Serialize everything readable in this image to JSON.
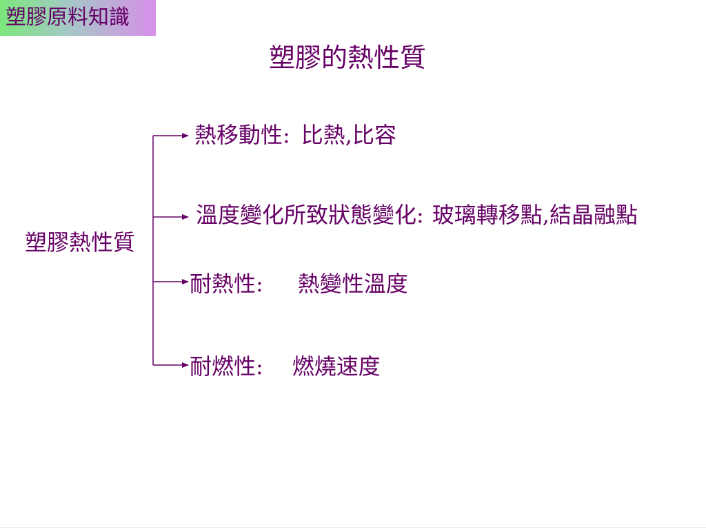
{
  "header": {
    "badge_label": "塑膠原料知識"
  },
  "slide": {
    "title": "塑膠的熱性質"
  },
  "diagram": {
    "root": "塑膠熱性質",
    "branches": [
      {
        "property": "熱移動性:",
        "detail": "比熱,比容"
      },
      {
        "property": "溫度變化所致狀態變化:",
        "detail": "玻璃轉移點,結晶融點"
      },
      {
        "property": "耐熱性:",
        "detail": "熱變性溫度"
      },
      {
        "property": "耐燃性:",
        "detail": "燃燒速度"
      }
    ]
  },
  "colors": {
    "text": "#660066",
    "badge_gradient_start": "#7be77b",
    "badge_gradient_end": "#d78fe9"
  }
}
